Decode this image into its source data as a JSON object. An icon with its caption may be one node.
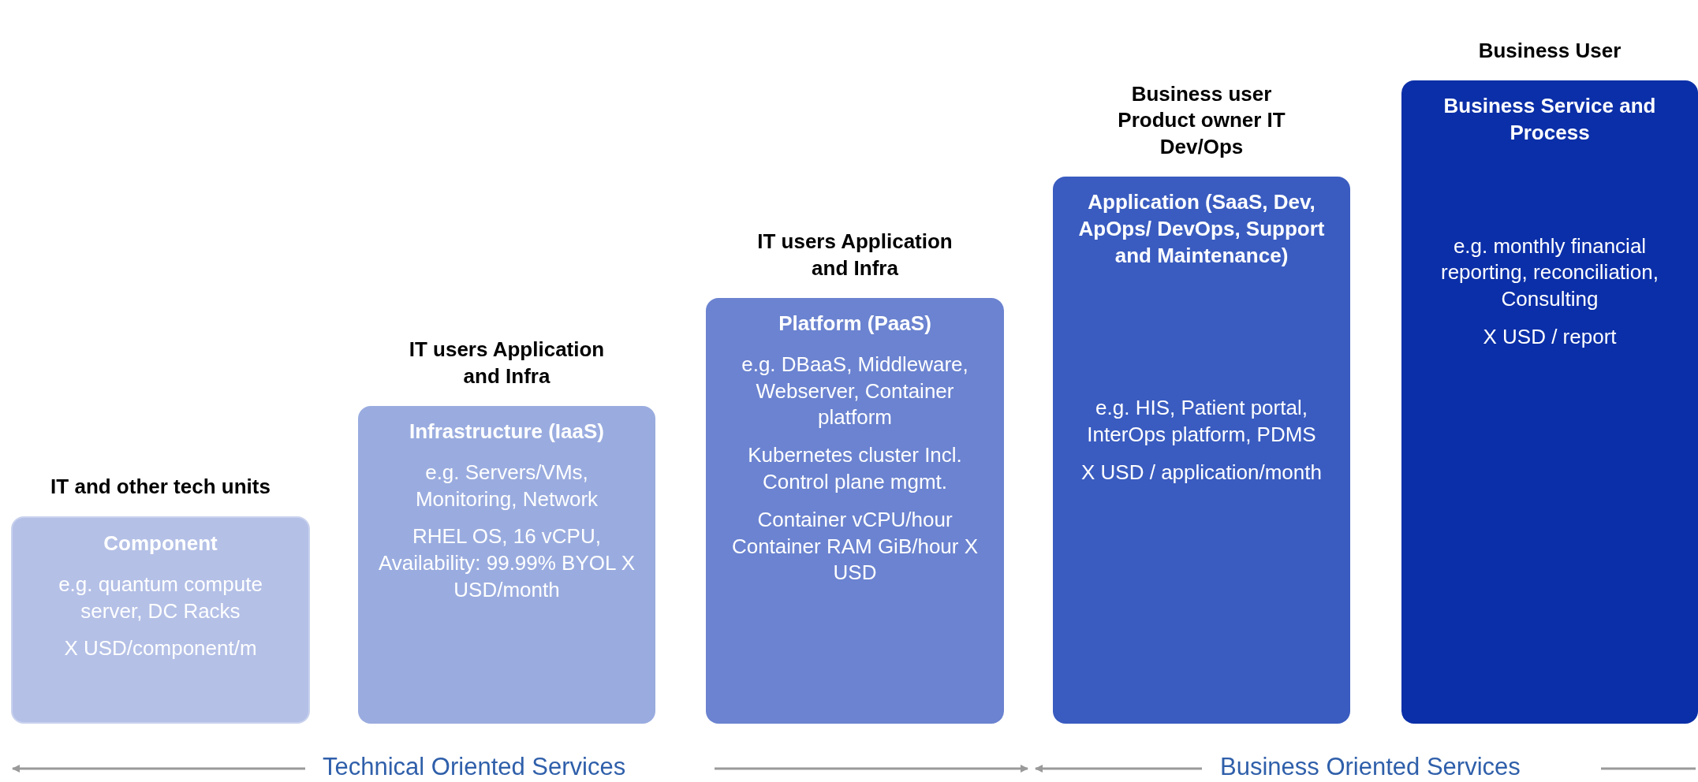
{
  "diagram": {
    "nodes": [
      {
        "text": [
          "IT and other tech units",
          "Component",
          "e.g. quantum compute server, DC Racks",
          "X USD/component/m"
        ]
      },
      {
        "text": [
          "IT users Application and Infra",
          "Infrastructure (IaaS)",
          "e.g. Servers/VMs, Monitoring, Network",
          "RHEL OS, 16 vCPU, Availability: 99.99% BYOL X USD/month"
        ]
      },
      {
        "text": [
          "IT users Application and Infra",
          "Platform (PaaS)",
          "e.g. DBaaS, Middleware, Webserver, Container platform",
          "Kubernetes cluster Incl. Control plane mgmt.",
          "Container vCPU/hour Container RAM GiB/hour X USD"
        ]
      },
      {
        "text": [
          "Business user Product owner IT Dev/Ops",
          "Application (SaaS, Dev, ApOps/ DevOps, Support and Maintenance)",
          "e.g. HIS, Patient portal, InterOps platform, PDMS",
          "X USD / application/month"
        ]
      },
      {
        "text": [
          "Business User",
          "Business Service and Process",
          "e.g. monthly financial reporting, reconciliation, Consulting",
          "X USD / report"
        ]
      }
    ],
    "edges": [],
    "labels": [
      "Technical Oriented Services",
      "Business Oriented Services"
    ]
  }
}
